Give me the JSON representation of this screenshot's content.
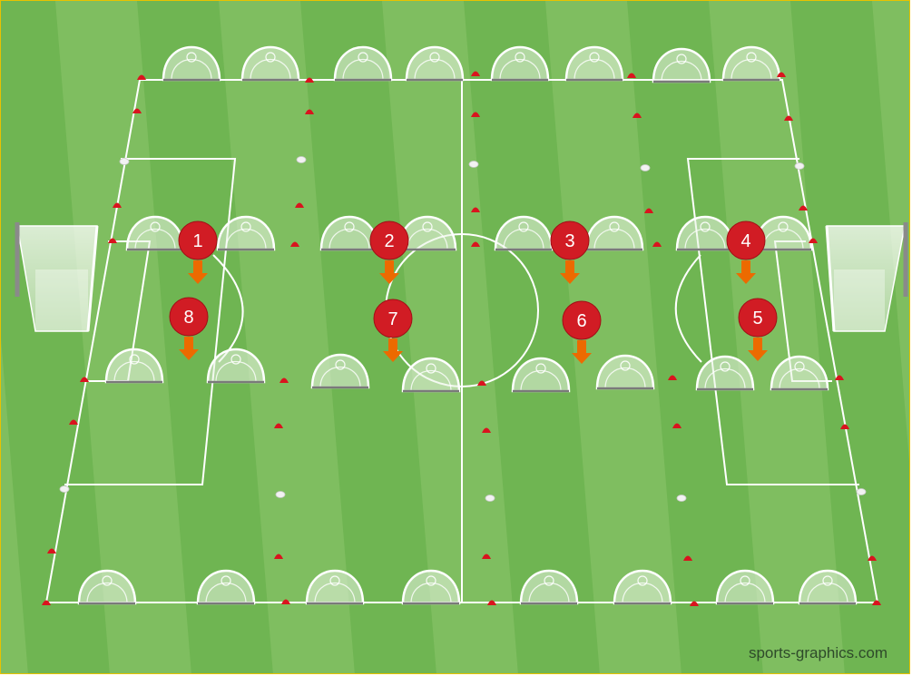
{
  "field": {
    "grass_dark": "#6fb552",
    "grass_light": "#8cc46c",
    "line_color": "#ffffff",
    "cone_color": "#d9141e",
    "disc_color": "#f2f2f2",
    "badge_color": "#d11c24",
    "arrow_color": "#ec6a00"
  },
  "stations": [
    {
      "label": "1",
      "direction": "down"
    },
    {
      "label": "2",
      "direction": "down"
    },
    {
      "label": "3",
      "direction": "down"
    },
    {
      "label": "4",
      "direction": "down"
    },
    {
      "label": "5",
      "direction": "down"
    },
    {
      "label": "6",
      "direction": "down"
    },
    {
      "label": "7",
      "direction": "down"
    },
    {
      "label": "8",
      "direction": "down"
    }
  ],
  "equipment": {
    "mini_goal_icon": "pop-up-goal-icon",
    "cone_icon": "marker-cone-icon",
    "disc_icon": "flat-disc-icon",
    "large_goal_icon": "full-size-goal-icon"
  },
  "watermark": "sports-graphics.com"
}
